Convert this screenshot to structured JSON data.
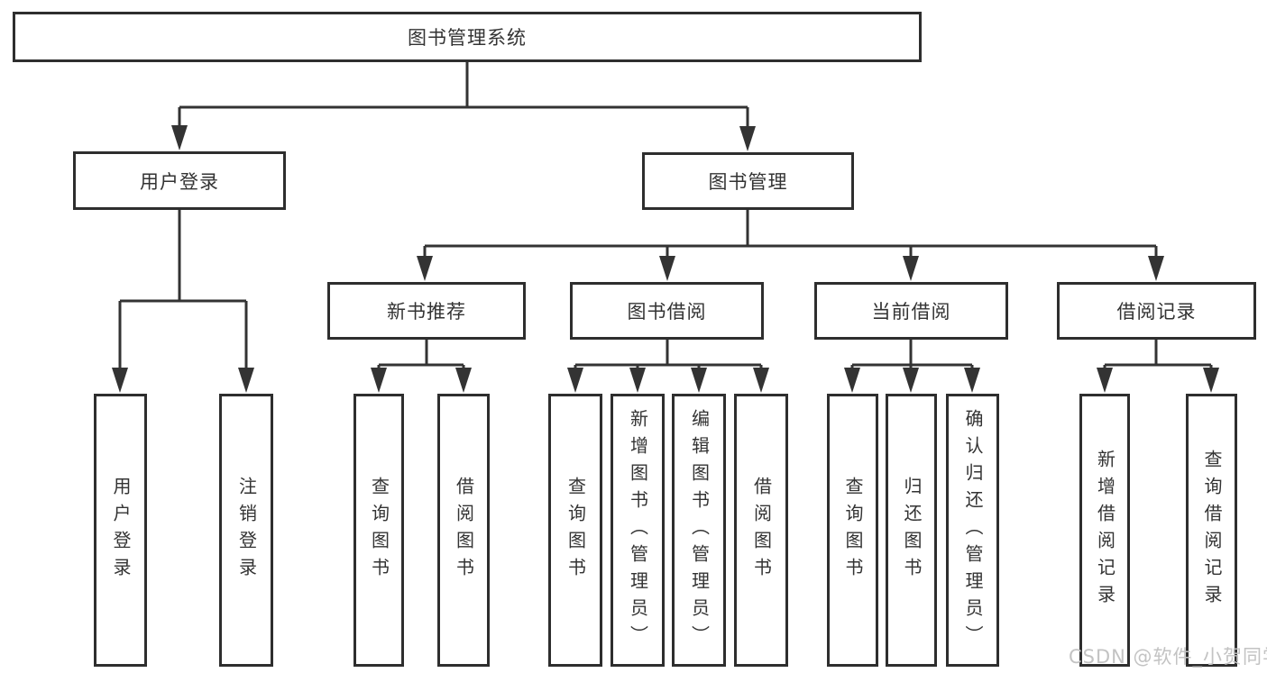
{
  "diagram": {
    "root": {
      "label": "图书管理系统"
    },
    "children": [
      {
        "label": "用户登录",
        "children": [
          {
            "label": "用户登录"
          },
          {
            "label": "注销登录"
          }
        ]
      },
      {
        "label": "图书管理",
        "children": [
          {
            "label": "新书推荐",
            "children": [
              {
                "label": "查询图书"
              },
              {
                "label": "借阅图书"
              }
            ]
          },
          {
            "label": "图书借阅",
            "children": [
              {
                "label": "查询图书"
              },
              {
                "label": "新增图书（管理员）"
              },
              {
                "label": "编辑图书（管理员）"
              },
              {
                "label": "借阅图书"
              }
            ]
          },
          {
            "label": "当前借阅",
            "children": [
              {
                "label": "查询图书"
              },
              {
                "label": "归还图书"
              },
              {
                "label": "确认归还（管理员）"
              }
            ]
          },
          {
            "label": "借阅记录",
            "children": [
              {
                "label": "新增借阅记录"
              },
              {
                "label": "查询借阅记录"
              }
            ]
          }
        ]
      }
    ]
  },
  "watermark": {
    "text": "CSDN @软件_小贺同学"
  },
  "colors": {
    "line": "#333333",
    "box_border": "#2e2e2e",
    "text": "#333333",
    "watermark": "#c3c3c3",
    "background": "#ffffff"
  }
}
